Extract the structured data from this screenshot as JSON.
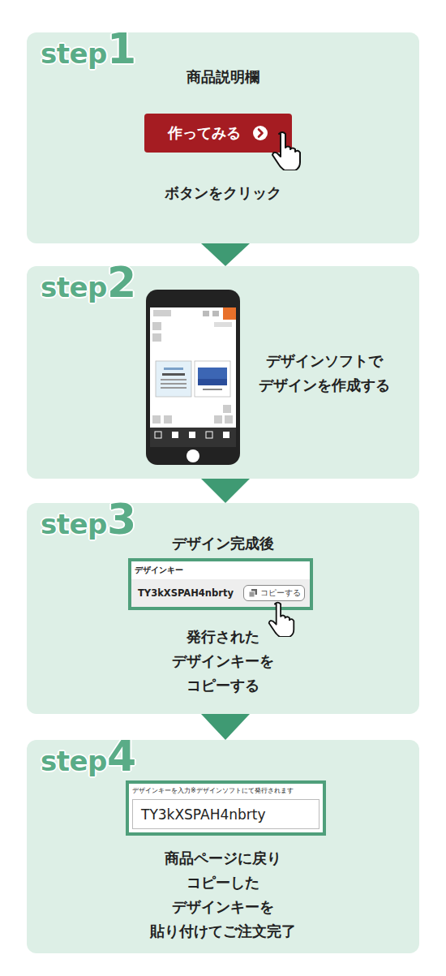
{
  "diagram": {
    "nodes": [
      {
        "text": [
          "step1",
          "商品説明欄",
          "ボタンをクリック"
        ]
      },
      {
        "text": [
          "作ってみる"
        ],
        "in": 0
      },
      {
        "text": [
          "step2",
          "デザインソフトで デザインを作成する"
        ]
      },
      {
        "text": [
          "step3",
          "デザイン完成後",
          "発行された デザインキーを コピーする"
        ]
      },
      {
        "text": [
          "デザインキー",
          "TY3kXSPAH4nbrty"
        ],
        "in": 3
      },
      {
        "text": [
          "コピーする"
        ],
        "in": 4
      },
      {
        "text": [
          "step4",
          "商品ページに戻り コピーした デザインキーを 貼り付けてご注文完了"
        ]
      },
      {
        "text": [
          "デザインキーを入力※デザインソフトにて発行されます"
        ],
        "in": 6
      },
      {
        "text": [
          "TY3kXSPAH4nbrty"
        ],
        "in": 7
      }
    ],
    "edges": [
      {
        "from": 0,
        "to": 2,
        "arrow": "to"
      },
      {
        "from": 2,
        "to": 3,
        "arrow": "to"
      },
      {
        "from": 3,
        "to": 6,
        "arrow": "to"
      }
    ]
  }
}
